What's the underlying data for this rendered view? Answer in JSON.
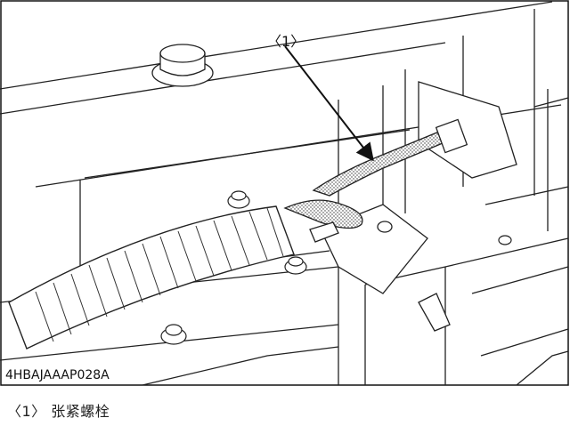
{
  "figure": {
    "callout_label": "〈1〉",
    "image_code": "4HBAJAAAP028A"
  },
  "caption": {
    "text": "〈1〉 张紧螺栓"
  }
}
